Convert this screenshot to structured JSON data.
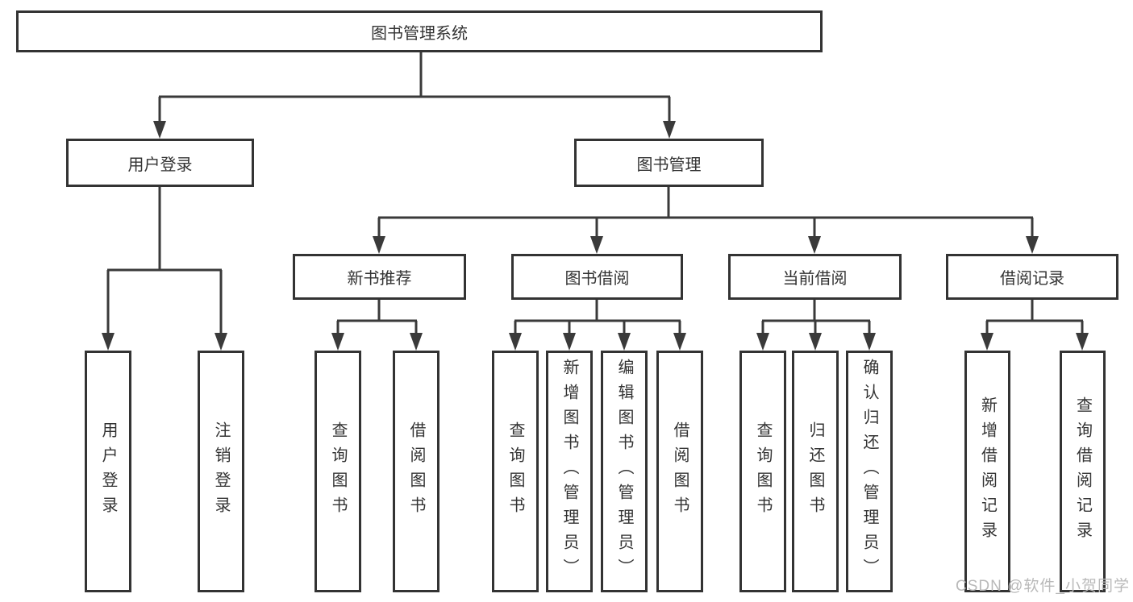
{
  "tree": {
    "root": {
      "label": "图书管理系统",
      "children": [
        {
          "label": "用户登录",
          "children": [
            {
              "label": "用户登录"
            },
            {
              "label": "注销登录"
            }
          ]
        },
        {
          "label": "图书管理",
          "children": [
            {
              "label": "新书推荐",
              "children": [
                {
                  "label": "查询图书"
                },
                {
                  "label": "借阅图书"
                }
              ]
            },
            {
              "label": "图书借阅",
              "children": [
                {
                  "label": "查询图书"
                },
                {
                  "label": "新增图书（管理员）"
                },
                {
                  "label": "编辑图书（管理员）"
                },
                {
                  "label": "借阅图书"
                }
              ]
            },
            {
              "label": "当前借阅",
              "children": [
                {
                  "label": "查询图书"
                },
                {
                  "label": "归还图书"
                },
                {
                  "label": "确认归还（管理员）"
                }
              ]
            },
            {
              "label": "借阅记录",
              "children": [
                {
                  "label": "新增借阅记录"
                },
                {
                  "label": "查询借阅记录"
                }
              ]
            }
          ]
        }
      ]
    }
  },
  "watermark": {
    "text": "CSDN @软件_小贺同学"
  },
  "colors": {
    "line": "#3a3a3a",
    "border": "#333333",
    "text": "#333333",
    "watermark": "#b9b9b9",
    "background": "#ffffff"
  }
}
